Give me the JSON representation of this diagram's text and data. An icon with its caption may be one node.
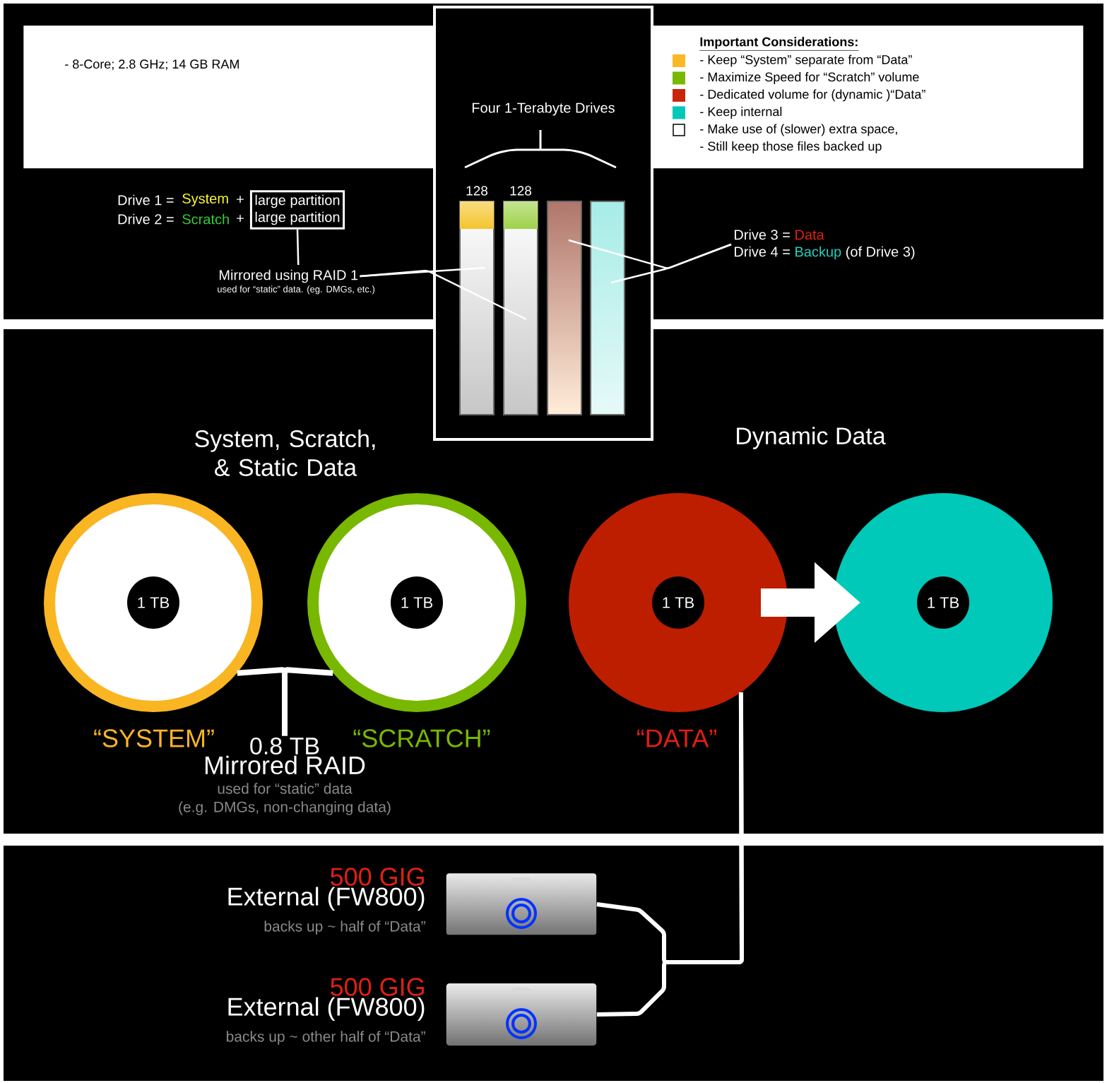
{
  "diagram": {
    "nodes": [
      {
        "text": [
          "- 8-Core;  2.8 GHz;  14 GB RAM"
        ]
      },
      {
        "text": [
          "Important Considerations:"
        ]
      },
      {
        "text": [
          "large partition",
          "large partition"
        ]
      },
      {
        "text": [
          "Mirrored using RAID 1"
        ],
        "beside": [
          "used for “static” data. (eg. DMGs, etc.)"
        ]
      },
      {
        "text": [
          "Four 1-Terabyte Drives"
        ]
      },
      {
        "text": [],
        "shape": "bar",
        "in": 4,
        "beside": [
          "128"
        ]
      },
      {
        "text": [],
        "shape": "bar",
        "in": 4,
        "beside": [
          "128"
        ]
      },
      {
        "text": [],
        "shape": "bar",
        "in": 4
      },
      {
        "text": [],
        "shape": "bar",
        "in": 4
      },
      {
        "text": [
          "Drive 3 =",
          "Data",
          "Drive 4 =",
          "Backup",
          "(of Drive 3)"
        ]
      },
      {
        "text": [
          "1 TB"
        ]
      },
      {
        "text": [
          "1 TB"
        ]
      },
      {
        "text": [
          "1 TB"
        ]
      },
      {
        "text": [
          "1 TB"
        ]
      },
      {
        "text": [
          "0.8 TB",
          "Mirrored RAID"
        ],
        "beside": [
          "used for “static” data",
          "(e.g. DMGs, non-changing data)"
        ]
      },
      {
        "text": [
          "500 GIG",
          "External (FW800)"
        ],
        "beside": [
          "backs up ~ half of “Data”"
        ]
      },
      {
        "text": [],
        "shape": "picture"
      },
      {
        "text": [
          "500 GIG",
          "External (FW800)"
        ],
        "beside": [
          "backs up ~ other half of “Data”"
        ]
      },
      {
        "text": [],
        "shape": "picture"
      }
    ],
    "edges": [
      {
        "from": 2,
        "to": 3,
        "arrow": "none"
      },
      {
        "from": 3,
        "to": 5,
        "arrow": "none"
      },
      {
        "from": 3,
        "to": 6,
        "arrow": "none"
      },
      {
        "from": 9,
        "to": 7,
        "arrow": "none"
      },
      {
        "from": 9,
        "to": 8,
        "arrow": "none"
      },
      {
        "from": 14,
        "to": 10,
        "arrow": "none",
        "style": "thick"
      },
      {
        "from": 14,
        "to": 11,
        "arrow": "none",
        "style": "thick"
      },
      {
        "from": 12,
        "to": 13,
        "arrow": "to",
        "style": "thick"
      },
      {
        "from": 12,
        "to": 16,
        "arrow": "none",
        "style": "thick"
      },
      {
        "from": 12,
        "to": 18,
        "arrow": "none",
        "style": "thick"
      }
    ],
    "labels": [
      "- Still keep those files backed up",
      "Drive 1 =",
      "System",
      "+",
      "Drive 2 =",
      "Scratch",
      "+",
      "System, Scratch, & Static Data",
      "Dynamic Data",
      "“SYSTEM”",
      "“SCRATCH”",
      "“DATA”"
    ],
    "legend": [
      {
        "text": "- Keep “System” separate from “Data”",
        "color": "#fbb826"
      },
      {
        "text": "- Maximize Speed for “Scratch” volume",
        "color": "#78b800"
      },
      {
        "text": "- Dedicated volume for (dynamic )“Data”",
        "color": "#c8260a"
      },
      {
        "text": "- Keep internal",
        "color": "#00c9b9"
      },
      {
        "text": "- Make use of (slower) extra space,"
      }
    ]
  }
}
